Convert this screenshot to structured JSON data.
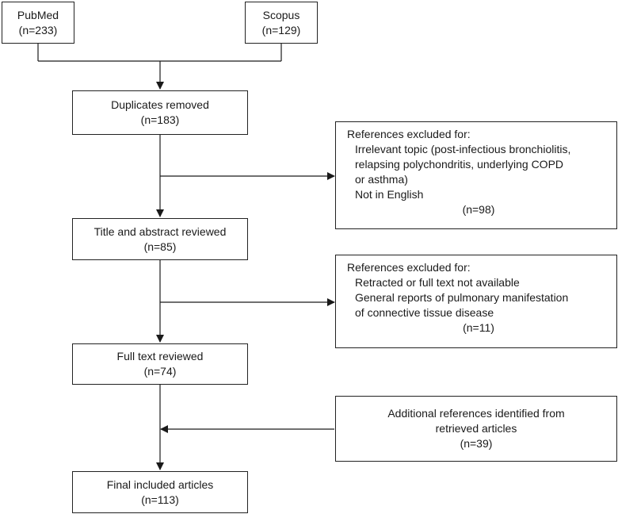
{
  "sources": [
    {
      "name": "PubMed",
      "count": "(n=233)"
    },
    {
      "name": "Scopus",
      "count": "(n=129)"
    }
  ],
  "steps": [
    {
      "label": "Duplicates removed",
      "count": "(n=183)"
    },
    {
      "label": "Title and abstract reviewed",
      "count": "(n=85)"
    },
    {
      "label": "Full text reviewed",
      "count": "(n=74)"
    },
    {
      "label": "Final included articles",
      "count": "(n=113)"
    }
  ],
  "exclusion1": {
    "title": "References excluded for:",
    "items": [
      "Irrelevant topic (post-infectious bronchiolitis,",
      "relapsing polychondritis, underlying COPD",
      "or asthma)",
      "Not in English"
    ],
    "count": "(n=98)"
  },
  "exclusion2": {
    "title": "References excluded for:",
    "items": [
      "Retracted or full text not available",
      "General reports of pulmonary manifestation",
      "of connective tissue disease"
    ],
    "count": "(n=11)"
  },
  "addition": {
    "lines": [
      "Additional references identified from",
      "retrieved articles"
    ],
    "count": "(n=39)"
  },
  "colors": {
    "stroke": "#1a1a1a",
    "box_border": "#222222"
  }
}
